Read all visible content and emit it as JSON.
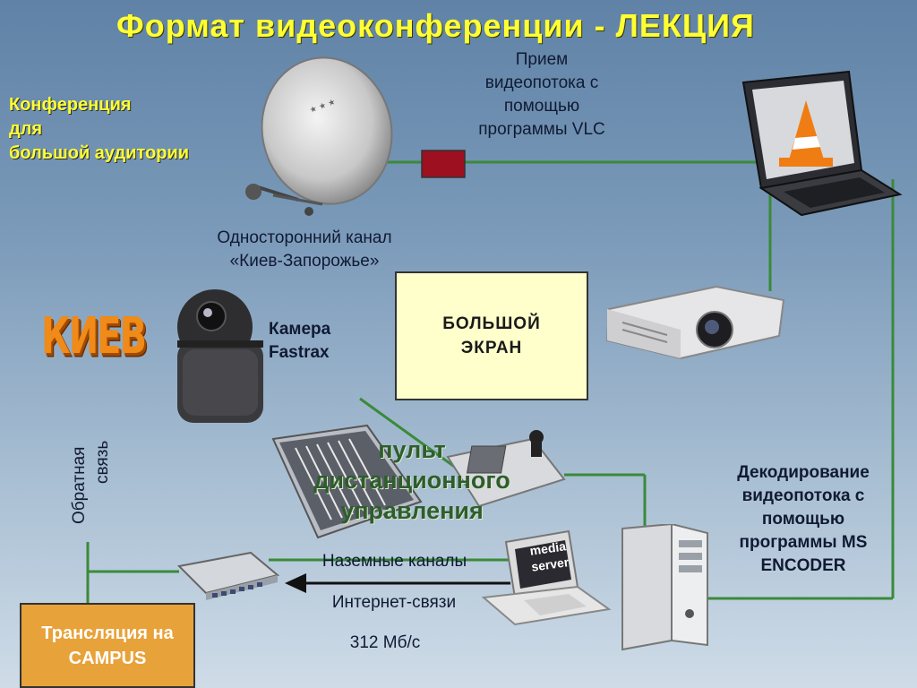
{
  "title": "Формат видеоконференции - ЛЕКЦИЯ",
  "left_label": [
    "Конференция",
    "для",
    "большой аудитории"
  ],
  "vlc_label": [
    "Прием",
    "видеопотока с",
    "помощью",
    "программы VLC"
  ],
  "channel_label": [
    "Односторонний канал",
    "«Киев-Запорожье»"
  ],
  "camera_label": [
    "Камера",
    "Fastrax"
  ],
  "screen_label": [
    "БОЛЬШОЙ",
    "ЭКРАН"
  ],
  "kiev_logo": "КИЕВ",
  "feedback_label": [
    "Обратная",
    "связь"
  ],
  "remote_label": [
    "пульт",
    "дистанционного",
    "управления"
  ],
  "ground_channels": "Наземные каналы",
  "internet": "Интернет-связи",
  "speed": "312 Мб/с",
  "media_server": [
    "media",
    "server"
  ],
  "decoding_label": [
    "Декодирование",
    "видеопотока с",
    "помощью",
    "программы MS",
    "ENCODER"
  ],
  "campus_label": [
    "Трансляция на",
    "CAMPUS"
  ],
  "colors": {
    "title": "#ffff33",
    "wire": "#3a8a3a",
    "screen": "#ffffcc",
    "campus": "#e8a23a"
  }
}
